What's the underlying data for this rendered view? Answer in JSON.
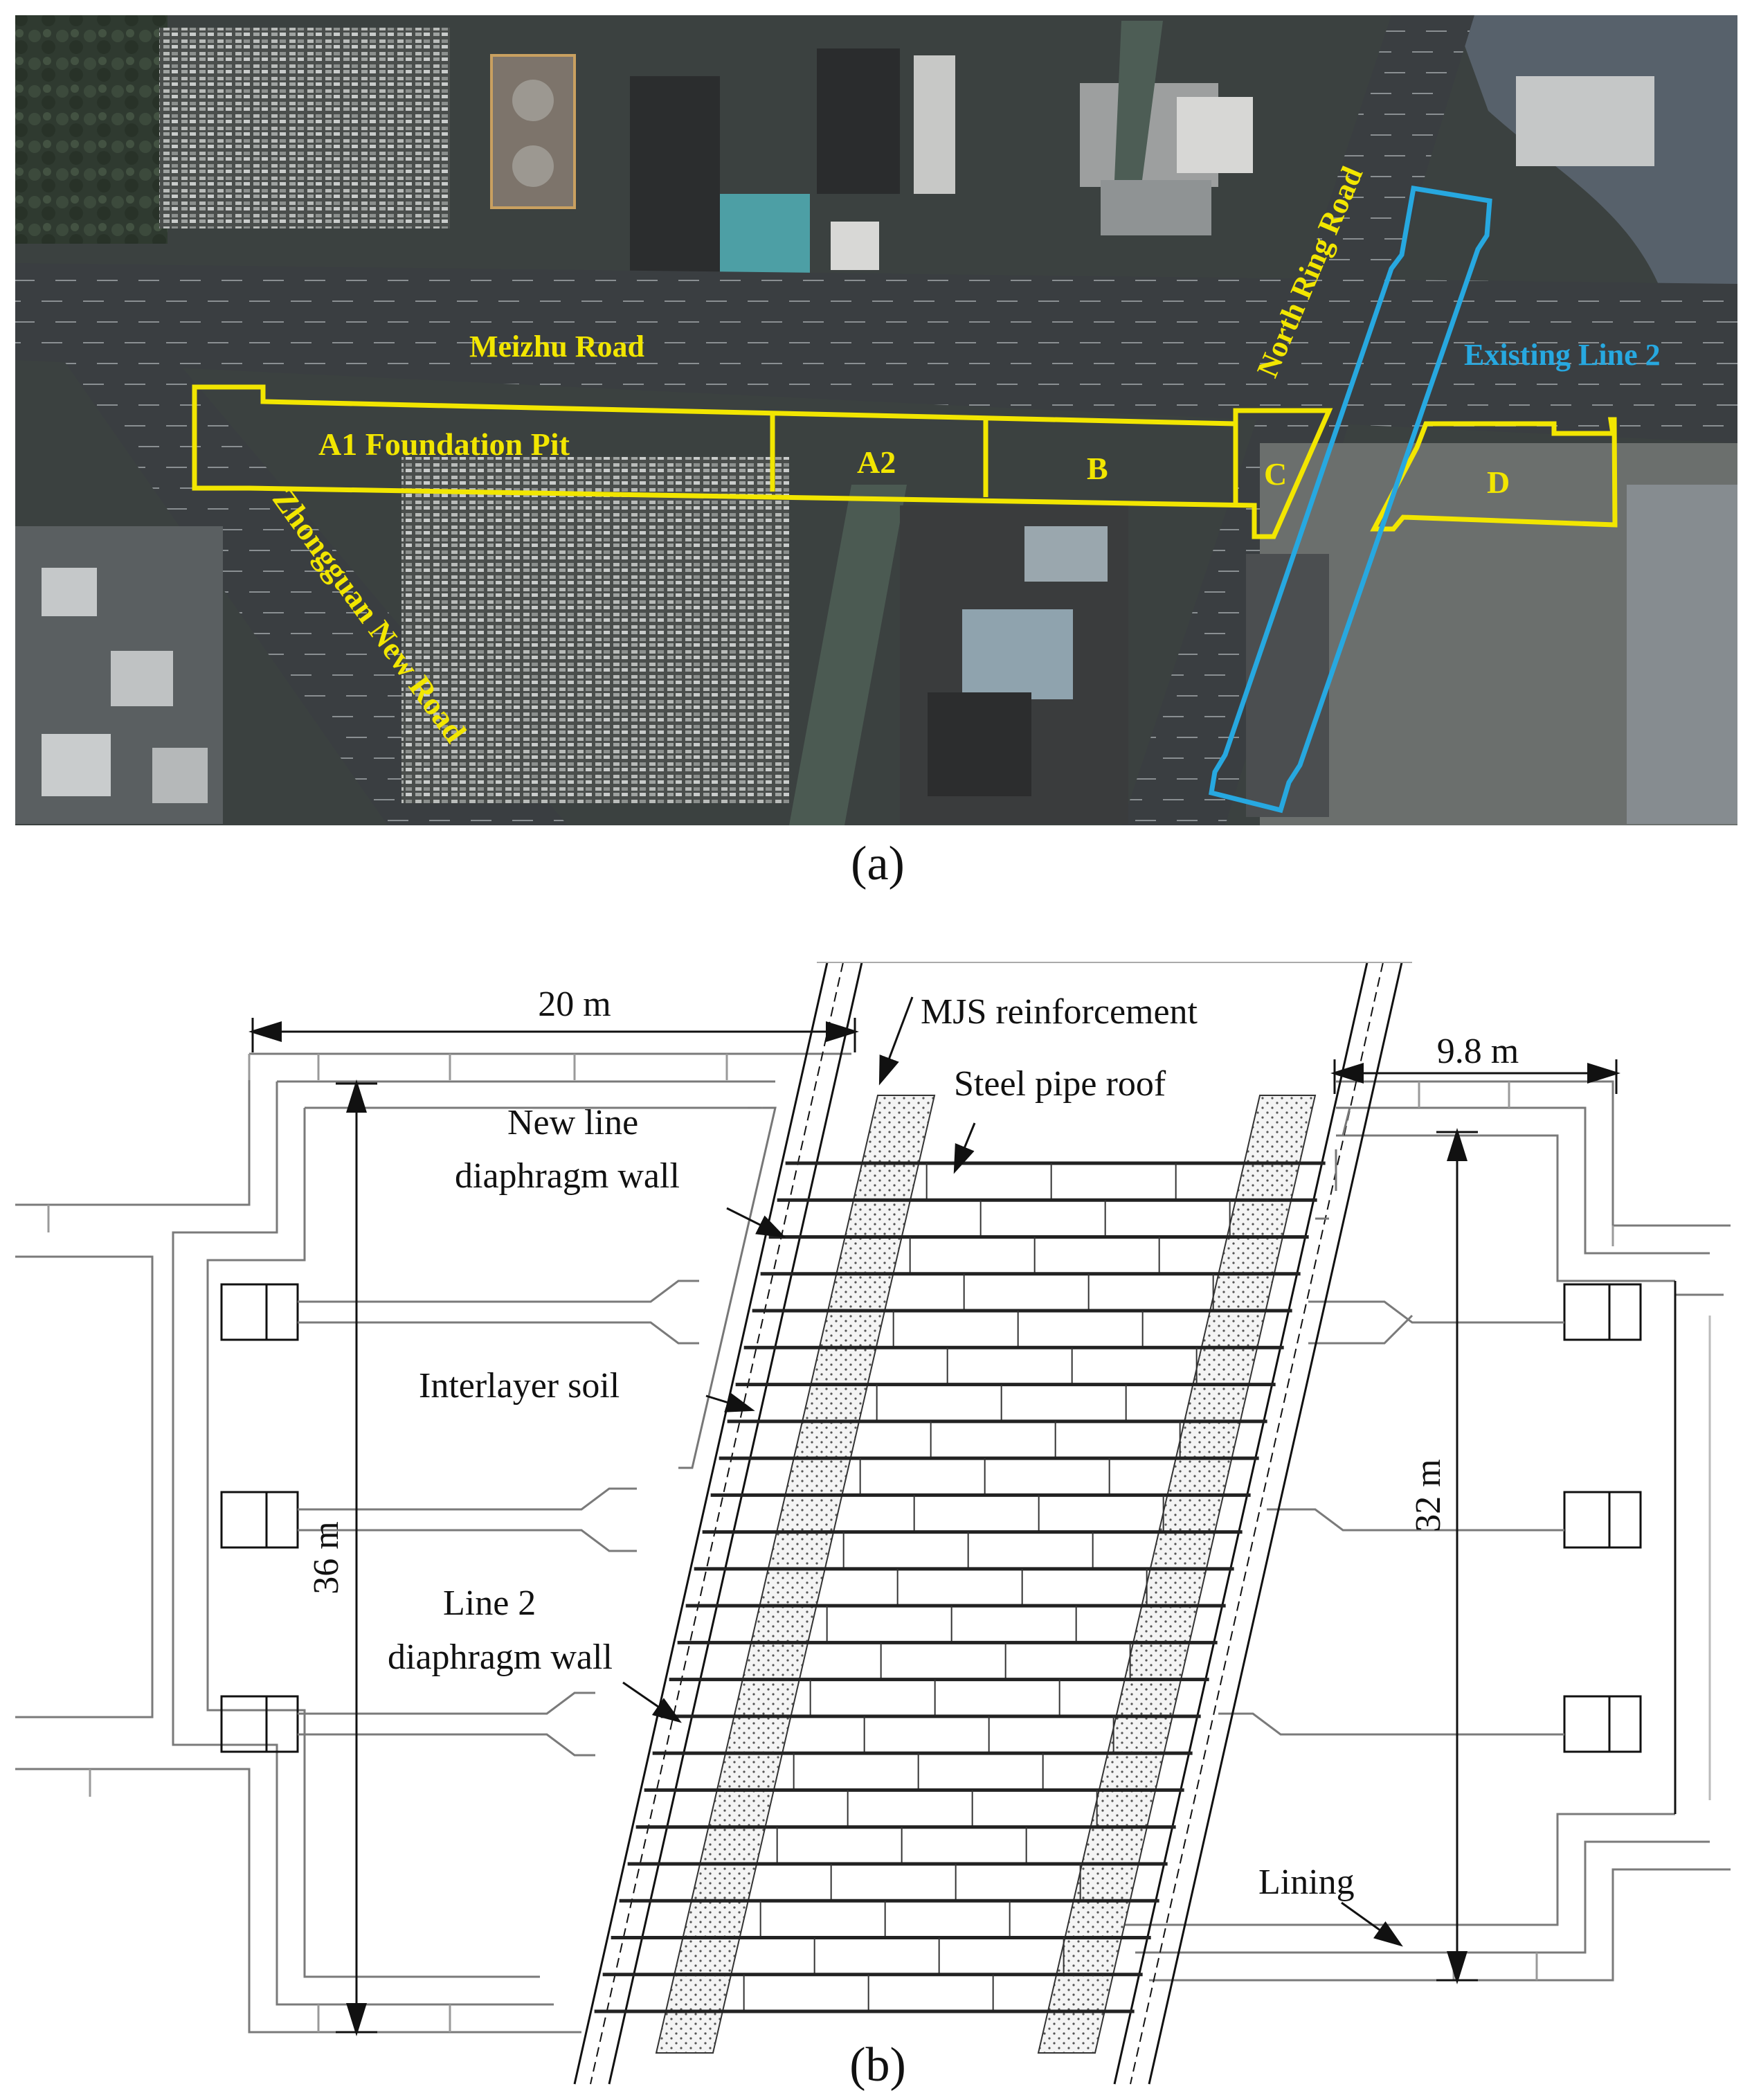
{
  "panel_a": {
    "caption": "(a)",
    "roads": {
      "meizhu": "Meizhu Road",
      "north_ring": "North Ring Road",
      "zhongguan": "Zhongguan New Road"
    },
    "existing_line": "Existing Line 2",
    "pits": {
      "a1": "A1 Foundation Pit",
      "a2": "A2",
      "b": "B",
      "c": "C",
      "d": "D"
    },
    "colors": {
      "outline_yellow": "#f2e600",
      "outline_blue": "#27a8e0"
    }
  },
  "panel_b": {
    "caption": "(b)",
    "dimensions": {
      "left_width": "20 m",
      "right_width": "9.8 m",
      "left_height": "36 m",
      "right_height": "32 m"
    },
    "labels": {
      "mjs": "MJS reinforcement",
      "steel_pipe": "Steel pipe roof",
      "new_line_wall_1": "New line",
      "new_line_wall_2": "diaphragm wall",
      "interlayer": "Interlayer soil",
      "line2_wall_1": "Line 2",
      "line2_wall_2": "diaphragm wall",
      "lining": "Lining"
    }
  }
}
